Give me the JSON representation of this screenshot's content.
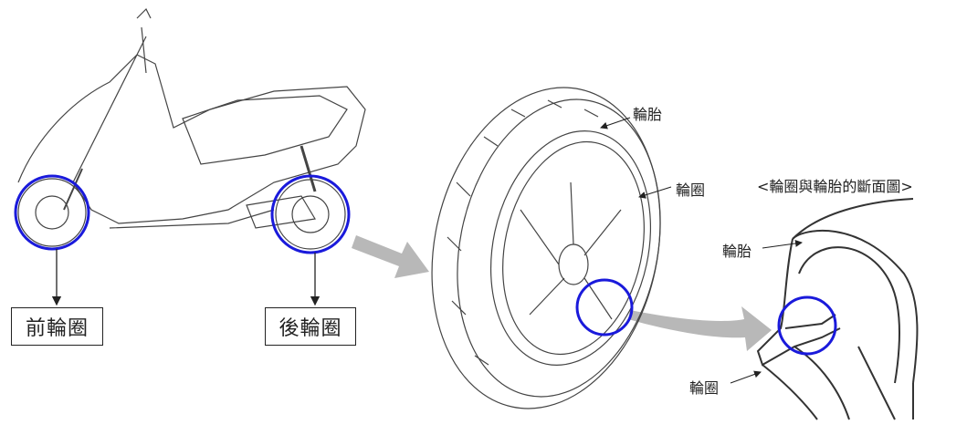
{
  "labels": {
    "front_rim": "前輪圈",
    "rear_rim": "後輪圈",
    "tire": "輪胎",
    "rim": "輪圈",
    "section_title": "<輪圈與輪胎的斷面圖>",
    "section_tire": "輪胎",
    "section_rim": "輪圈"
  },
  "colors": {
    "highlight": "#1a1adb",
    "arrow_fill": "#b8b8b8",
    "line": "#333333"
  }
}
